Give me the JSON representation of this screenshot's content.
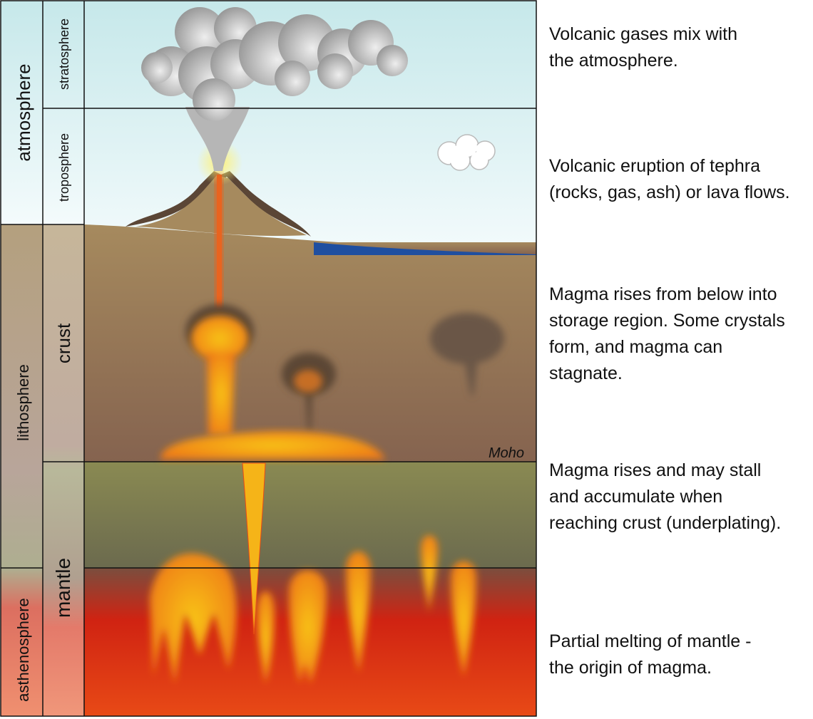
{
  "layers": {
    "atmosphere": "atmosphere",
    "stratosphere": "stratosphere",
    "troposphere": "troposphere",
    "lithosphere": "lithosphere",
    "crust": "crust",
    "mantle": "mantle",
    "asthenosphere": "asthenosphere",
    "moho": "Moho"
  },
  "descriptions": [
    {
      "lines": [
        "Volcanic gases mix with",
        "the atmosphere."
      ]
    },
    {
      "lines": [
        "Volcanic eruption of tephra",
        "(rocks, gas, ash) or lava flows."
      ]
    },
    {
      "lines": [
        "Magma rises from below into",
        "storage region. Some crystals",
        "form, and magma can",
        "stagnate."
      ]
    },
    {
      "lines": [
        "Magma rises and may stall",
        "and accumulate when",
        "reaching crust (underplating)."
      ]
    },
    {
      "lines": [
        "Partial melting of mantle -",
        "the origin of magma."
      ]
    }
  ]
}
